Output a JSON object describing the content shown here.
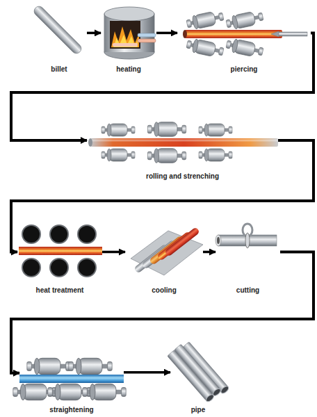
{
  "diagram": {
    "nodes": [
      {
        "text": [
          "billet"
        ]
      },
      {
        "text": [
          "heating"
        ]
      },
      {
        "text": [
          "piercing"
        ]
      },
      {
        "text": [
          "rolling and strenching"
        ]
      },
      {
        "text": [
          "heat treatment"
        ]
      },
      {
        "text": [
          "cooling"
        ]
      },
      {
        "text": [
          "cutting"
        ]
      },
      {
        "text": [
          "straightening"
        ]
      },
      {
        "text": [
          "pipe"
        ]
      }
    ],
    "edges": [
      {
        "from": 0,
        "to": 1,
        "arrow": "to"
      },
      {
        "from": 1,
        "to": 2,
        "arrow": "to"
      },
      {
        "from": 2,
        "to": 3,
        "arrow": "to"
      },
      {
        "from": 3,
        "to": 4,
        "arrow": "to"
      },
      {
        "from": 4,
        "to": 5,
        "arrow": "to"
      },
      {
        "from": 5,
        "to": 6,
        "arrow": "to"
      },
      {
        "from": 6,
        "to": 7,
        "arrow": "to"
      },
      {
        "from": 7,
        "to": 8,
        "arrow": "to"
      }
    ]
  }
}
